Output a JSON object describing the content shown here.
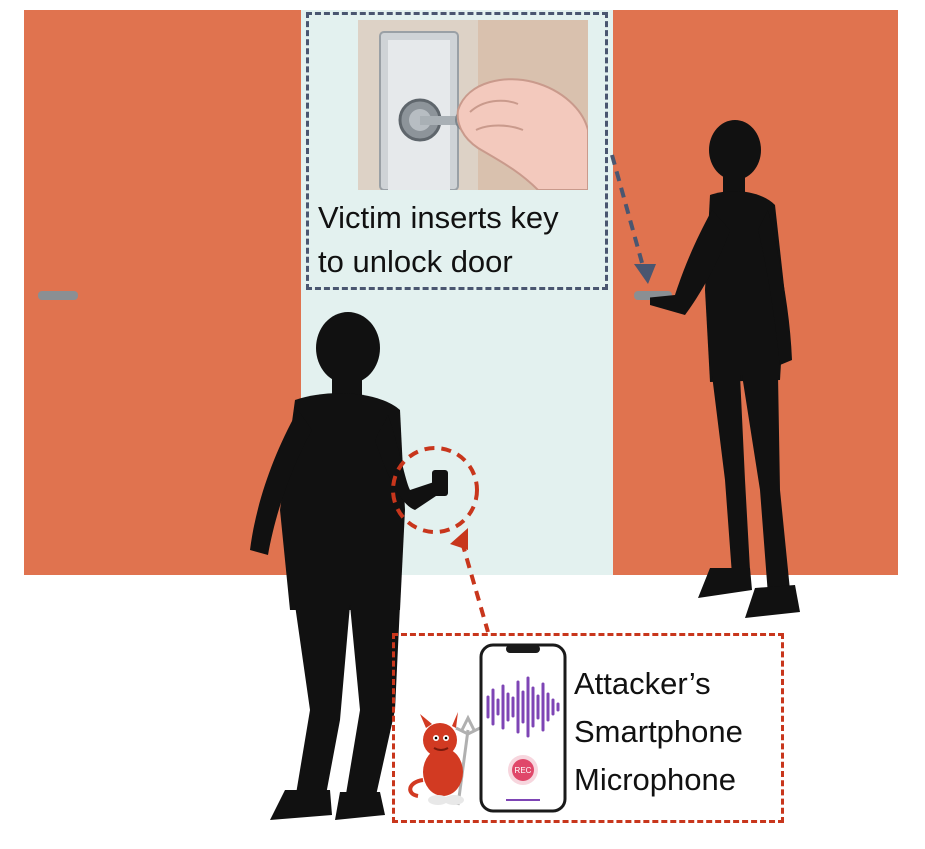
{
  "victim_box": {
    "caption_line1": "Victim inserts key",
    "caption_line2": "to unlock door"
  },
  "attacker_box": {
    "caption_line1": "Attacker’s",
    "caption_line2": "Smartphone",
    "caption_line3": "Microphone",
    "rec_label": "REC"
  },
  "colors": {
    "door": "#E0734F",
    "corridor": "#E3F1EF",
    "victim_box_border": "#4A5670",
    "attacker_box_border": "#C8361C",
    "waveform": "#7E45B5",
    "rec_button": "#E0476A",
    "silhouette": "#111111"
  },
  "icons": {
    "devil": "devil-mascot-icon",
    "phone": "smartphone-icon",
    "key_photo": "key-in-lock-illustration"
  }
}
